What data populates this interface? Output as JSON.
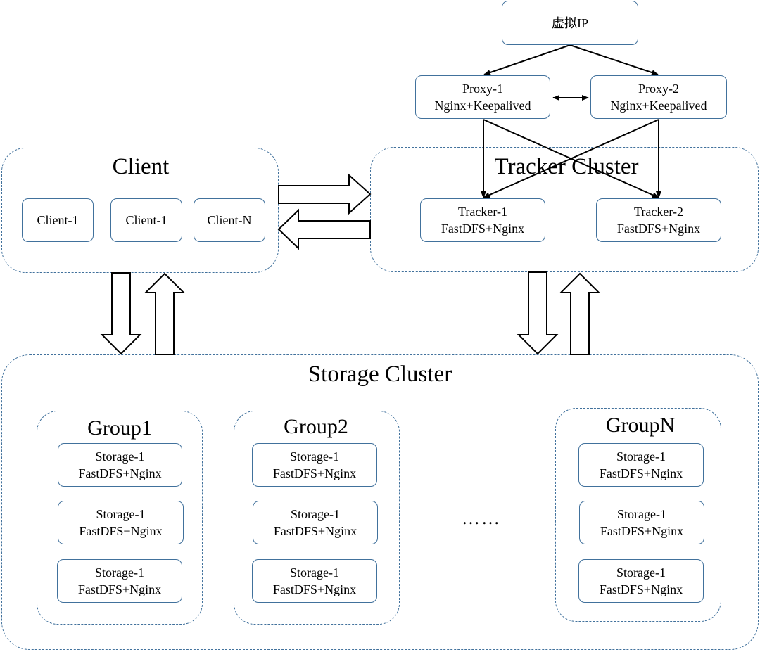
{
  "vip": {
    "label": "虚拟IP"
  },
  "proxies": [
    {
      "name": "Proxy-1",
      "detail": "Nginx+Keepalived"
    },
    {
      "name": "Proxy-2",
      "detail": "Nginx+Keepalived"
    }
  ],
  "client_cluster": {
    "title": "Client",
    "nodes": [
      "Client-1",
      "Client-1",
      "Client-N"
    ]
  },
  "tracker_cluster": {
    "title": "Tracker Cluster",
    "trackers": [
      {
        "name": "Tracker-1",
        "detail": "FastDFS+Nginx"
      },
      {
        "name": "Tracker-2",
        "detail": "FastDFS+Nginx"
      }
    ]
  },
  "storage_cluster": {
    "title": "Storage Cluster",
    "ellipsis": "……",
    "groups": [
      {
        "title": "Group1",
        "nodes": [
          {
            "name": "Storage-1",
            "detail": "FastDFS+Nginx"
          },
          {
            "name": "Storage-1",
            "detail": "FastDFS+Nginx"
          },
          {
            "name": "Storage-1",
            "detail": "FastDFS+Nginx"
          }
        ]
      },
      {
        "title": "Group2",
        "nodes": [
          {
            "name": "Storage-1",
            "detail": "FastDFS+Nginx"
          },
          {
            "name": "Storage-1",
            "detail": "FastDFS+Nginx"
          },
          {
            "name": "Storage-1",
            "detail": "FastDFS+Nginx"
          }
        ]
      },
      {
        "title": "GroupN",
        "nodes": [
          {
            "name": "Storage-1",
            "detail": "FastDFS+Nginx"
          },
          {
            "name": "Storage-1",
            "detail": "FastDFS+Nginx"
          },
          {
            "name": "Storage-1",
            "detail": "FastDFS+Nginx"
          }
        ]
      }
    ]
  },
  "colors": {
    "border": "#41719c",
    "line": "#000000",
    "background": "#ffffff"
  }
}
